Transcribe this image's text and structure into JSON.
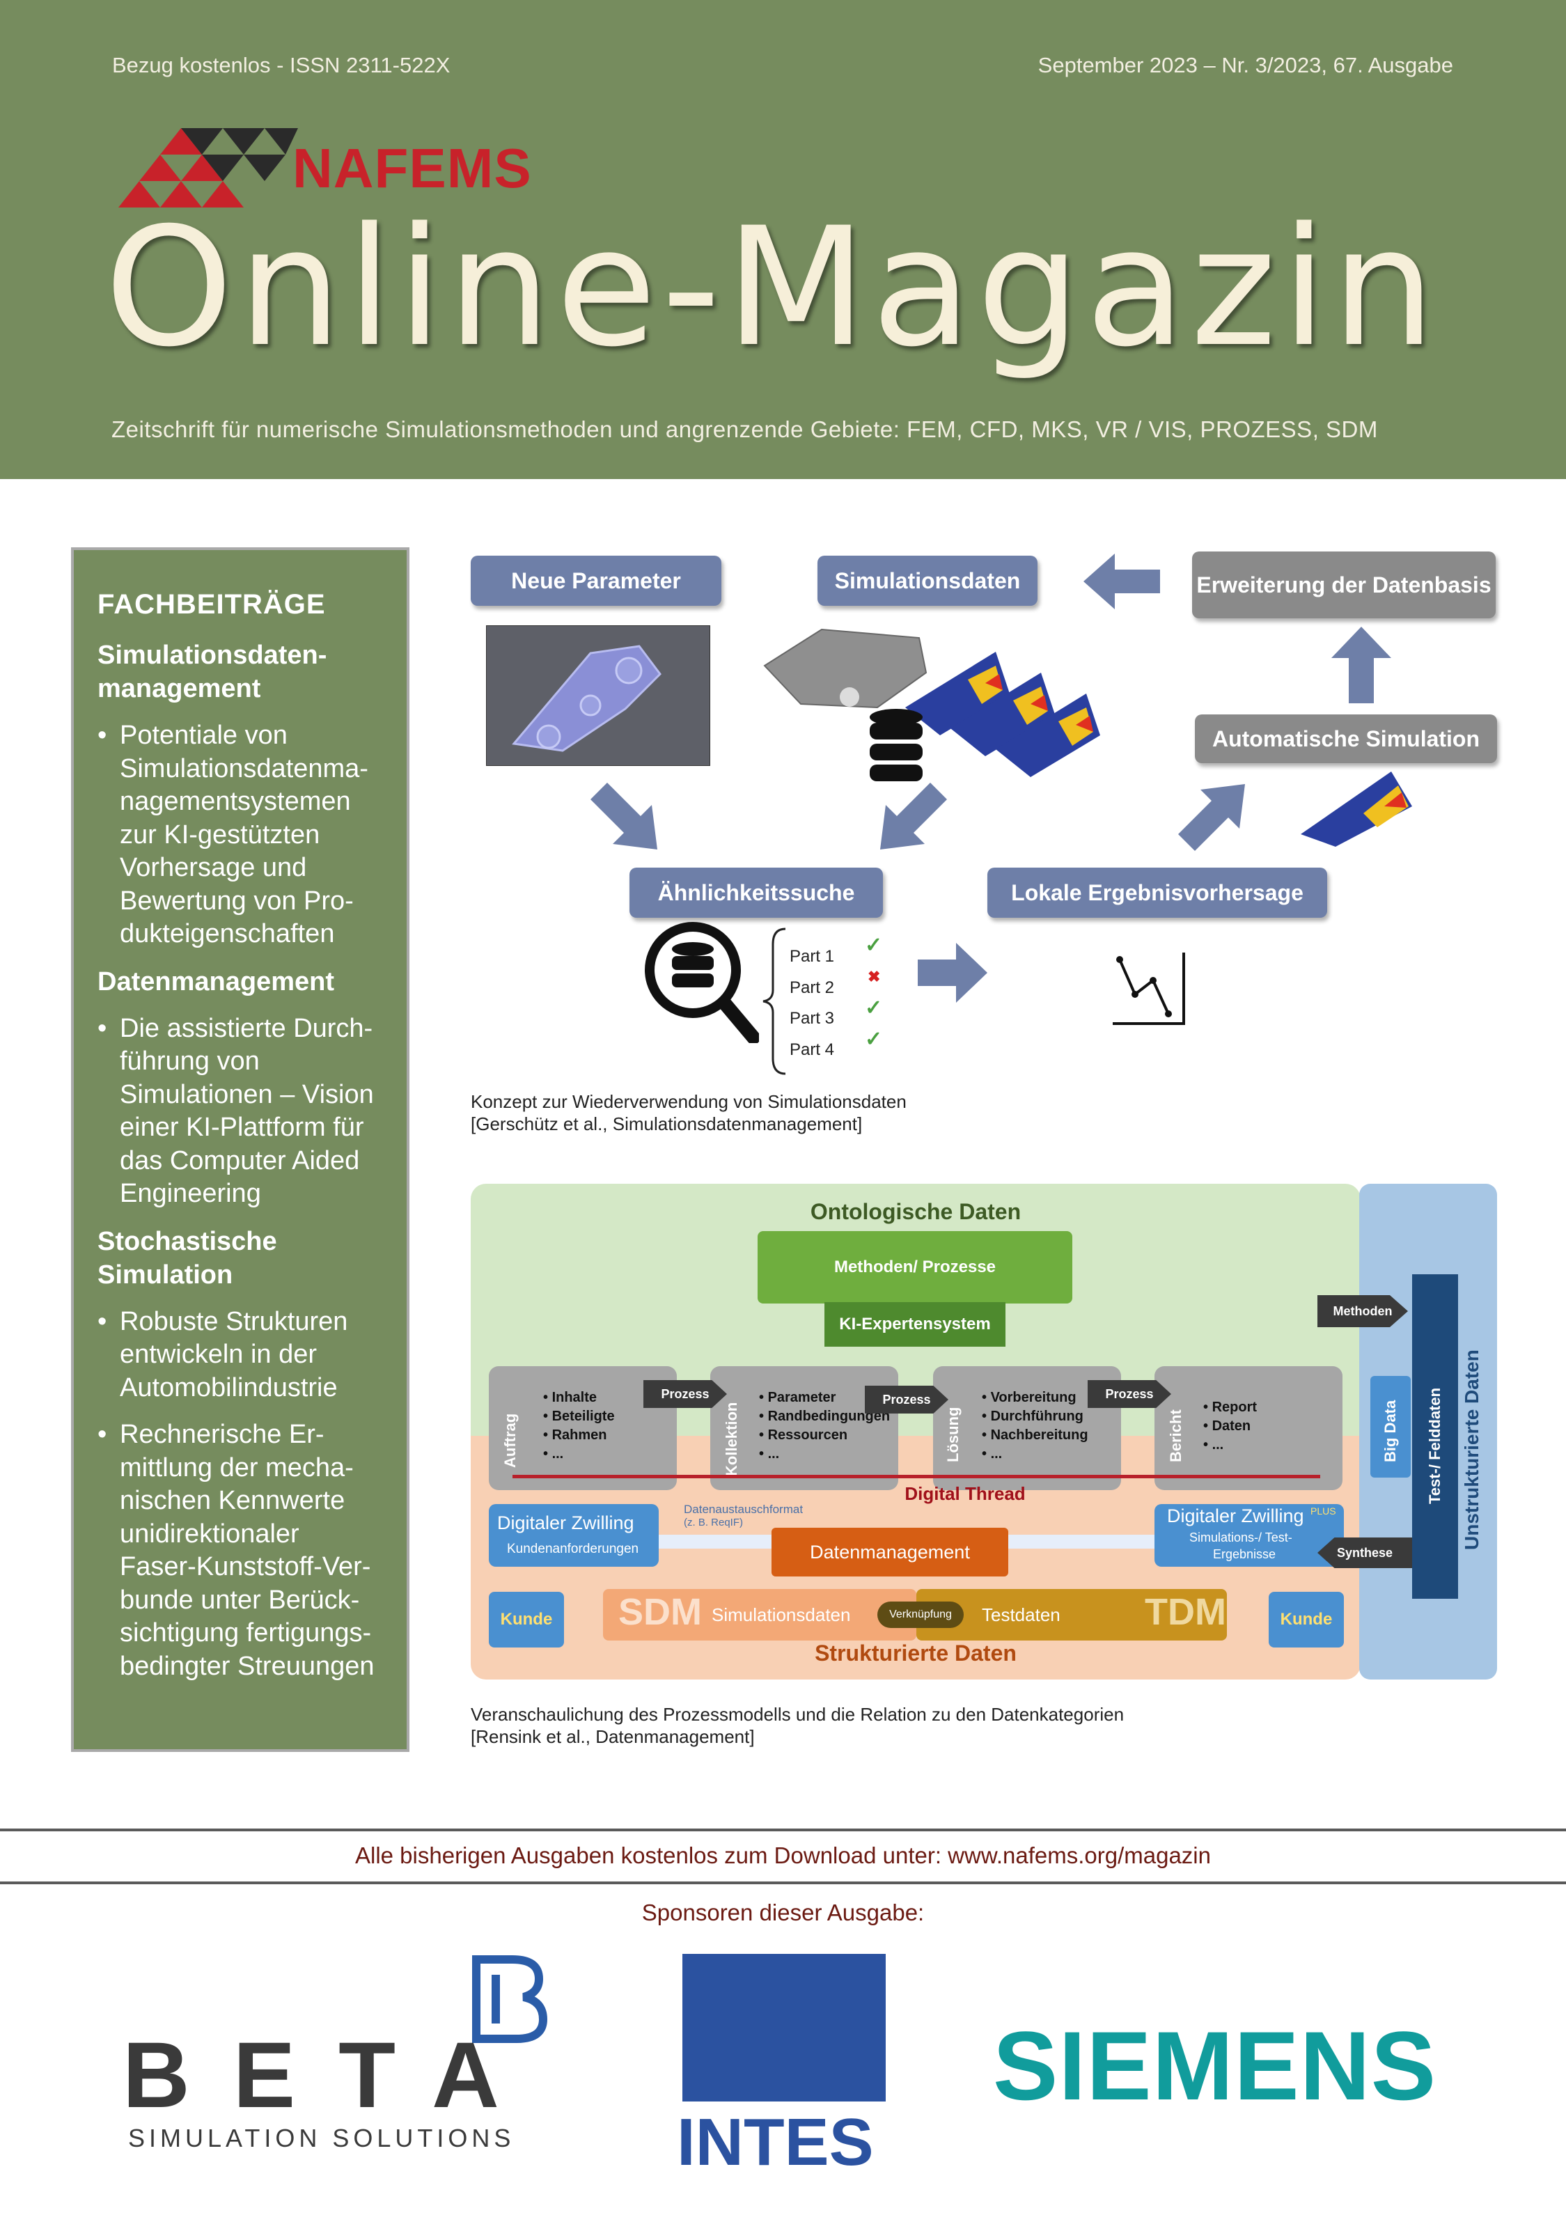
{
  "header": {
    "left_note": "Bezug kostenlos - ISSN 2311-522X",
    "right_note": "September 2023 – Nr. 3/2023, 67. Ausgabe",
    "logo_text": "NAFEMS",
    "title": "Online-Magazin",
    "subtitle": "Zeitschrift für numerische Simulationsmethoden und angrenzende Gebiete: FEM, CFD, MKS, VR / VIS, PROZESS, SDM",
    "background_color": "#768c5e"
  },
  "sidebar": {
    "heading": "FACHBEITRÄGE",
    "sections": [
      {
        "title_lines": [
          "Simulationsdaten-",
          "management"
        ],
        "items": [
          "Potentiale von Simulationsdatenma-nagementsystemen zur KI-gestützten Vorhersage und Bewertung von Pro-dukteigenschaften"
        ]
      },
      {
        "title_lines": [
          "Datenmanagement"
        ],
        "items": [
          "Die assistierte Durch-führung von Simulationen – Vision einer KI-Plattform für das Computer Aided Engineering"
        ]
      },
      {
        "title_lines": [
          "Stochastische",
          "Simulation"
        ],
        "items": [
          "Robuste Strukturen entwickeln in der Automobilindustrie",
          "Rechnerische Er-mittlung der mecha-nischen Kennwerte unidirektionaler Faser-Kunststoff-Ver-bunde unter Berück-sichtigung fertigungs-bedingter Streuungen"
        ]
      }
    ],
    "item1_lines": [
      "Potentiale von",
      "Simulationsdatenma-",
      "nagementsystemen",
      "zur KI-gestützten",
      "Vorhersage und",
      "Bewertung von Pro-",
      "dukteigenschaften"
    ],
    "item2_lines": [
      "Die assistierte Durch-",
      "führung von",
      "Simulationen – Vision",
      "einer KI-Plattform für",
      "das Computer Aided",
      "Engineering"
    ],
    "item3_lines": [
      "Robuste Strukturen",
      "entwickeln in der",
      "Automobilindustrie"
    ],
    "item4_lines": [
      "Rechnerische Er-",
      "mittlung der mecha-",
      "nischen Kennwerte",
      "unidirektionaler",
      "Faser-Kunststoff-Ver-",
      "bunde unter Berück-",
      "sichtigung fertigungs-",
      "bedingter Streuungen"
    ]
  },
  "figure1": {
    "labels": {
      "neue_parameter": "Neue Parameter",
      "simulationsdaten": "Simulationsdaten",
      "erweiterung": "Erweiterung der Datenbasis",
      "automatische_simulation": "Automatische Simulation",
      "aehnlichkeitssuche": "Ähnlichkeitssuche",
      "lokale_vorhersage": "Lokale Ergebnisvorhersage"
    },
    "parts": [
      {
        "label": "Part 1",
        "status": "check"
      },
      {
        "label": "Part 2",
        "status": "cross"
      },
      {
        "label": "Part 3",
        "status": "check"
      },
      {
        "label": "Part 4",
        "status": "check"
      }
    ],
    "caption_line1": "Konzept zur Wiederverwendung von Simulationsdaten",
    "caption_line2": "[Gerschütz et al., Simulationsdatenmanagement]"
  },
  "figure2": {
    "ontologische": "Ontologische Daten",
    "methoden_prozesse": "Methoden/ Prozesse",
    "ki_expertensystem": "KI-Expertensystem",
    "methoden_tag": "Methoden",
    "prozess_tag": "Prozess",
    "stages": [
      {
        "name": "Auftrag",
        "items": [
          "Inhalte",
          "Beteiligte",
          "Rahmen",
          "..."
        ]
      },
      {
        "name": "Kollektion",
        "items": [
          "Parameter",
          "Randbedingungen",
          "Ressourcen",
          "..."
        ]
      },
      {
        "name": "Lösung",
        "items": [
          "Vorbereitung",
          "Durchführung",
          "Nachbereitung",
          "..."
        ]
      },
      {
        "name": "Bericht",
        "items": [
          "Report",
          "Daten",
          "..."
        ]
      }
    ],
    "digital_thread": "Digital Thread",
    "dz_left_title": "Digitaler Zwilling",
    "dz_left_sub": "Kundenanforderungen",
    "datenaustausch": "Datenaustauschformat",
    "datenaustausch_sub": "(z. B. ReqIF)",
    "datenmanagement": "Datenmanagement",
    "dz_right_title": "Digitaler Zwilling",
    "dz_right_plus": "PLUS",
    "dz_right_sub": "Simulations-/ Test-",
    "dz_right_sub2": "Ergebnisse",
    "synthese": "Synthese",
    "kunde": "Kunde",
    "sdm": "SDM",
    "simulationsdaten": "Simulationsdaten",
    "verknuepfung": "Verknüpfung",
    "testdaten": "Testdaten",
    "tdm": "TDM",
    "strukturierte": "Strukturierte Daten",
    "big_data": "Big Data",
    "testfeld": "Test-/ Felddaten",
    "unstrukturierte": "Unstrukturierte Daten",
    "caption_line1": "Veranschaulichung des Prozessmodells und die Relation zu den Datenkategorien",
    "caption_line2": "[Rensink et al., Datenmanagement]"
  },
  "footer": {
    "download": "Alle bisherigen Ausgaben kostenlos zum Download unter: www.nafems.org/magazin",
    "sponsors_label": "Sponsoren dieser Ausgabe:",
    "beta_word": "BETA",
    "beta_sub": "SIMULATION SOLUTIONS",
    "intes_word": "INTES",
    "siemens_word": "SIEMENS",
    "colors": {
      "beta": "#3a3a3a",
      "beta_mark": "#2a5ca8",
      "intes": "#2b52a0",
      "siemens": "#119c9c"
    }
  }
}
